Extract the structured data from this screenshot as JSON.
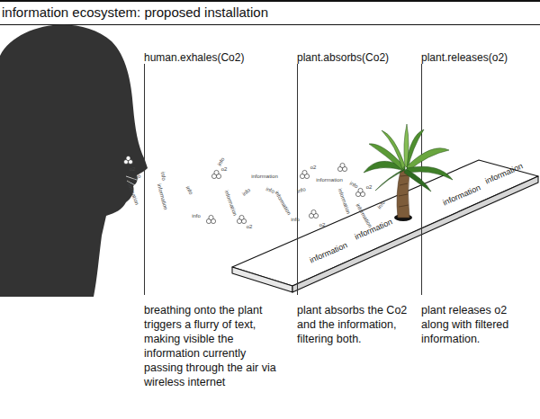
{
  "diagram": {
    "title": "information ecosystem: proposed installation",
    "nodes": [
      {
        "text": [
          "information",
          "information",
          "information",
          "information"
        ]
      }
    ],
    "labels": [
      "human.exhales(Co2)",
      "plant.absorbs(Co2)",
      "plant.releases(o2)",
      "breathing onto the plant triggers a flurry of text, making visible the information currently passing through the air via wireless internet",
      "plant absorbs the Co2 and the information, filtering both.",
      "plant releases o2 along with filtered information.",
      "o2",
      "info",
      "information",
      "info",
      "information",
      "info",
      "o2",
      "info",
      "information",
      "info",
      "information",
      "info",
      "o2",
      "information",
      "info",
      "o2",
      "information",
      "info",
      "information",
      "o2",
      "info",
      "information",
      "o2",
      "info",
      "info"
    ]
  }
}
